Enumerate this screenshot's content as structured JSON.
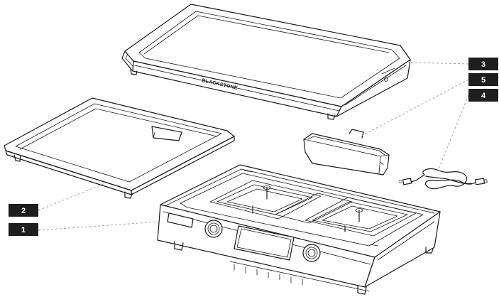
{
  "brand": "BLACKSTONE",
  "callouts": [
    {
      "number": "1",
      "part": "base-unit"
    },
    {
      "number": "2",
      "part": "drip-tray"
    },
    {
      "number": "3",
      "part": "griddle-top"
    },
    {
      "number": "4",
      "part": "power-cord"
    },
    {
      "number": "5",
      "part": "grease-cup"
    }
  ]
}
